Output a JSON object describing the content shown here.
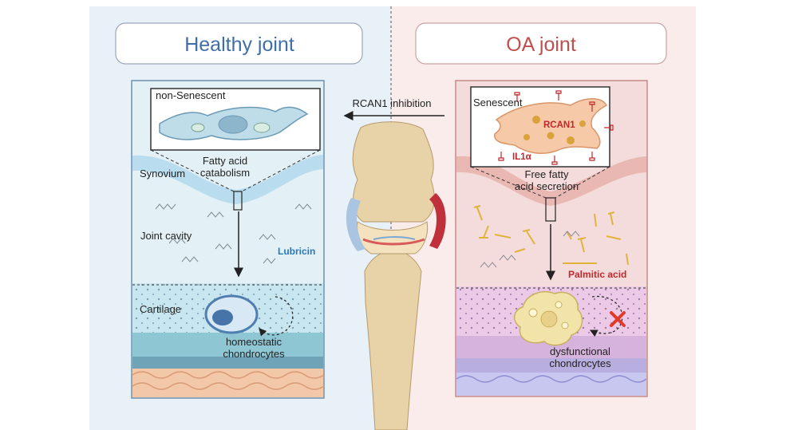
{
  "left_panel": {
    "title": "Healthy joint",
    "cell_label": "non-Senescent",
    "process_label_1": "Fatty acid",
    "process_label_2": "catabolism",
    "synovium_label": "Synovium",
    "cavity_label": "Joint cavity",
    "lubricin_label": "Lubricin",
    "cartilage_label": "Cartilage",
    "chondrocyte_label_1": "homeostatic",
    "chondrocyte_label_2": "chondrocytes"
  },
  "center": {
    "arrow_label": "RCAN1 inhibition"
  },
  "right_panel": {
    "title": "OA joint",
    "cell_label": "Senescent",
    "rcan1_label": "RCAN1",
    "il1a_label": "IL1α",
    "process_label_1": "Free fatty",
    "process_label_2": "acid secretion",
    "palmitic_label": "Palmitic acid",
    "chondrocyte_label_1": "dysfunctional",
    "chondrocyte_label_2": "chondrocytes"
  },
  "colors": {
    "healthy_bg": "#e8f0f8",
    "oa_bg": "#fbecec",
    "healthy_title": "#3f6fa8",
    "oa_title": "#c0504d",
    "lubricin": "#2a78b8",
    "red_accent": "#c0282d"
  }
}
